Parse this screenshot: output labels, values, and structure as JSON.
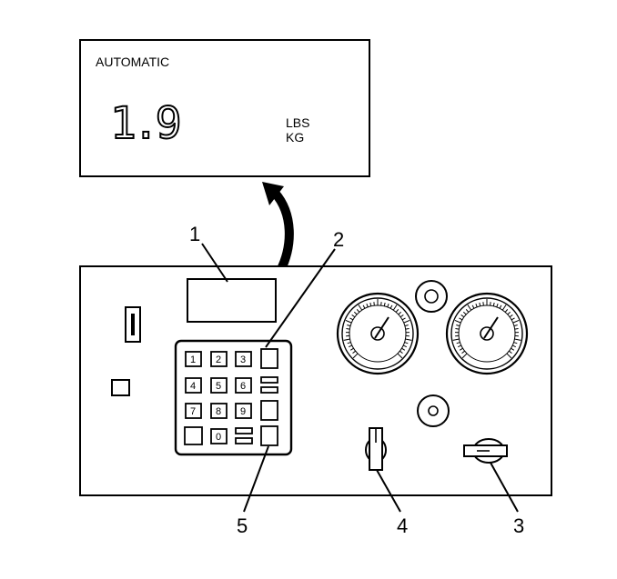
{
  "display": {
    "mode": "AUTOMATIC",
    "reading": "1.9",
    "units": [
      "LBS",
      "KG"
    ]
  },
  "callouts": [
    "1",
    "2",
    "3",
    "4",
    "5"
  ],
  "keypad": {
    "keys": [
      "1",
      "2",
      "3",
      "4",
      "5",
      "6",
      "7",
      "8",
      "9",
      "0"
    ]
  }
}
